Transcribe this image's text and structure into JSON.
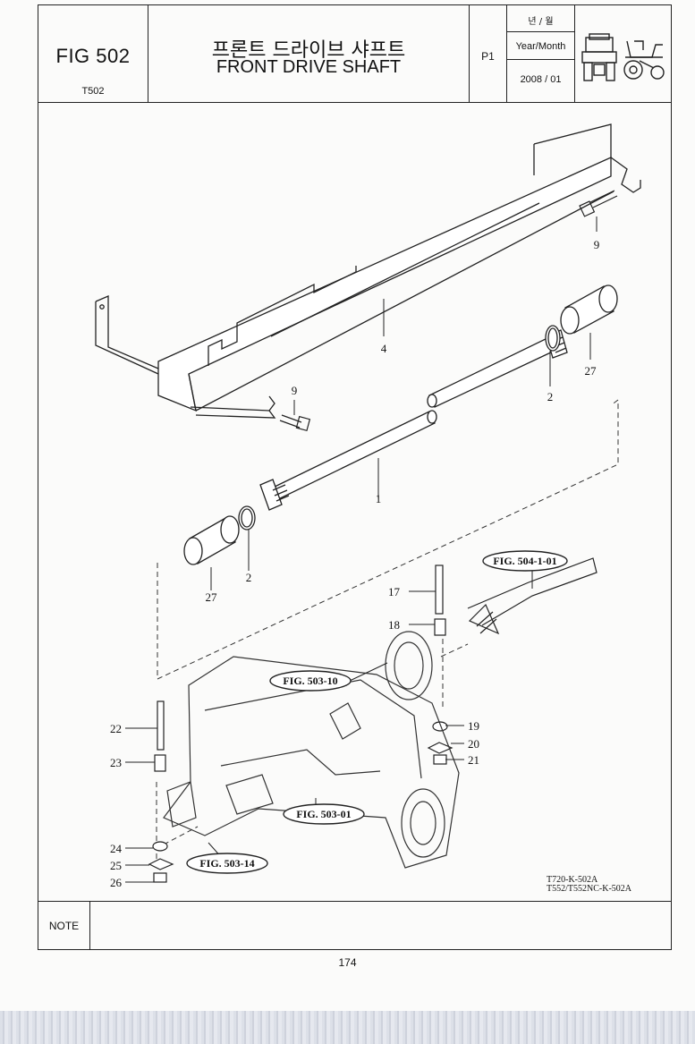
{
  "header": {
    "fig_number": "FIG 502",
    "fig_code": "T502",
    "title_korean": "프론트 드라이브 샤프트",
    "title_english": "FRONT DRIVE SHAFT",
    "page_code": "P1",
    "date_header_korean": "년 / 월",
    "date_label": "Year/Month",
    "date_value": "2008 / 01"
  },
  "drawing": {
    "part_labels": [
      "9",
      "4",
      "9",
      "2",
      "27",
      "1",
      "2",
      "27",
      "17",
      "18",
      "19",
      "20",
      "21",
      "22",
      "23",
      "24",
      "25",
      "26"
    ],
    "figure_refs": [
      "FIG. 504-1-01",
      "FIG. 503-10",
      "FIG. 503-01",
      "FIG. 503-14"
    ],
    "model_codes": [
      "T720-K-502A",
      "T552/T552NC-K-502A"
    ]
  },
  "footer": {
    "note_label": "NOTE",
    "page_number": "174"
  }
}
